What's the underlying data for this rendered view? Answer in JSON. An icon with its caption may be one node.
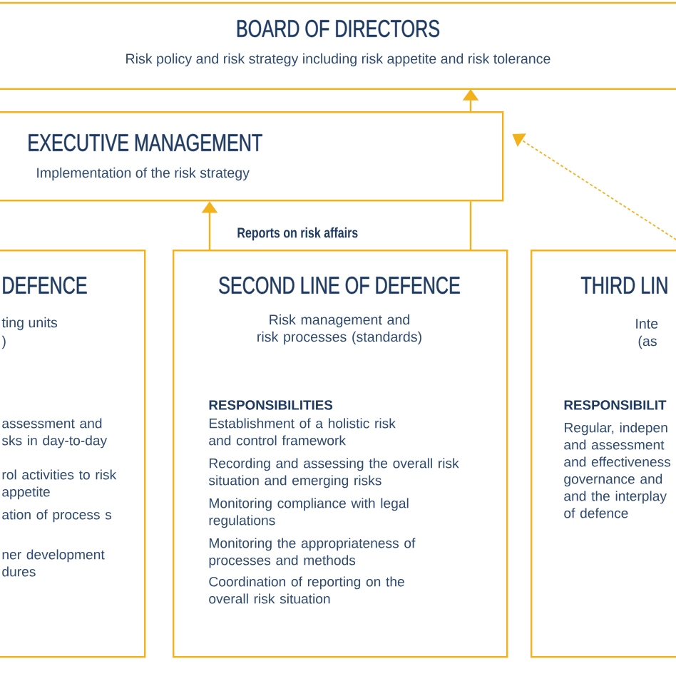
{
  "diagram": {
    "nodes": [
      {
        "text": [
          "BOARD OF DIRECTORS",
          "Risk policy and risk strategy including risk appetite and risk tolerance"
        ]
      },
      {
        "text": [
          "EXECUTIVE MANAGEMENT",
          "Implementation of the risk strategy"
        ]
      },
      {
        "text": [
          "DEFENCE",
          "ting units",
          ")",
          "assessment and sks in day-to-day",
          "rol activities to risk appetite",
          "ation of process s",
          "ner development dures"
        ]
      },
      {
        "text": [
          "SECOND LINE OF DEFENCE",
          "Risk management and risk processes (standards)",
          "RESPONSIBILITIES",
          "Establishment of a holistic risk and control framework",
          "Recording and assessing the overall risk situation and emerging risks",
          "Monitoring compliance with legal regulations",
          "Monitoring the appropriateness of processes and methods",
          "Coordination of reporting on the overall risk situation"
        ]
      },
      {
        "text": [
          "THIRD LIN",
          "Inte",
          "(as",
          "RESPONSIBILIT",
          "Regular, indepen and assessment and effectiveness governance and and the interplay of defence"
        ]
      }
    ],
    "edges": [
      {
        "from": 3,
        "to": 1,
        "arrow": "to",
        "label": "Reports on risk affairs"
      },
      {
        "from": 1,
        "to": 0,
        "arrow": "to"
      },
      {
        "from": 3,
        "to": 1,
        "arrow": "none"
      },
      {
        "from": 4,
        "to": 1,
        "arrow": "to",
        "style": "dashed"
      }
    ]
  }
}
